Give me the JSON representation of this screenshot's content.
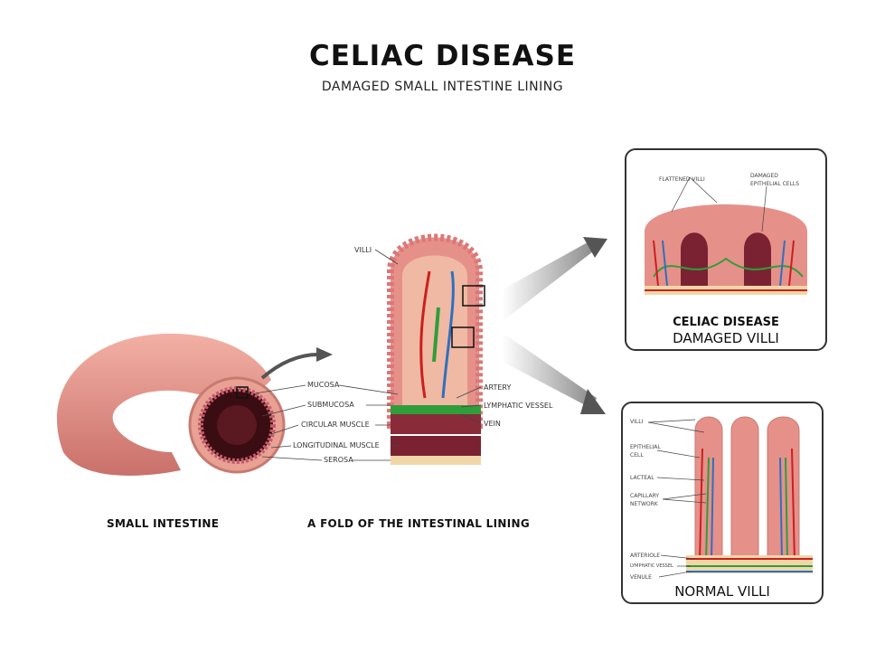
{
  "header": {
    "title": "CELIAC DISEASE",
    "subtitle": "DAMAGED SMALL INTESTINE LINING"
  },
  "captions": {
    "small_intestine": "SMALL INTESTINE",
    "fold": "A FOLD OF THE INTESTINAL LINING"
  },
  "fold_labels": {
    "villi": "VILLI",
    "mucosa": "MUCOSA",
    "submucosa": "SUBMUCOSA",
    "circular_muscle": "CIRCULAR MUSCLE",
    "longitudinal_muscle": "LONGITUDINAL MUSCLE",
    "serosa": "SEROSA",
    "artery": "ARTERY",
    "lymphatic_vessel": "LYMPHATIC VESSEL",
    "vein": "VEIN"
  },
  "damaged_panel": {
    "label1": "FLATTENED VILLI",
    "label2a": "DAMAGED",
    "label2b": "EPITHELIAL CELLS",
    "caption1": "CELIAC DISEASE",
    "caption2": "DAMAGED VILLI"
  },
  "normal_panel": {
    "villi": "VILLI",
    "epithelial_a": "EPITHELIAL",
    "epithelial_b": "CELL",
    "lacteal": "LACTEAL",
    "capillary_a": "CAPILLARY",
    "capillary_b": "NETWORK",
    "arteriole": "ARTERIOLE",
    "lymphatic": "LYMPHATIC VESSEL",
    "venule": "VENULE",
    "caption": "NORMAL VILLI"
  },
  "colors": {
    "tissue": "#e6908a",
    "tissue_dark": "#b3524d",
    "artery": "#cc1f1f",
    "vein": "#2f6fbf",
    "lymph": "#2e9e3a",
    "muscle": "#8a2b3a"
  }
}
